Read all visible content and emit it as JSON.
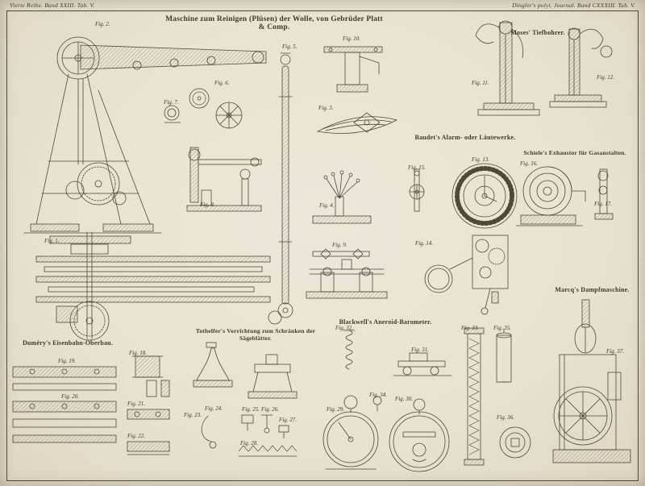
{
  "plate": {
    "header_left": "Vierte Reihe. Band XXIII. Tab. V.",
    "header_right": "Dingler's polyt. Journal. Band CXXXIII. Tab. V.",
    "title": "Maschine zum Reinigen (Plüsen) der Wolle, von Gebrüder Platt & Comp.",
    "paper_color": "#e7e2d1",
    "ink_color": "#4e4a3b"
  },
  "sections": {
    "moses": "Moses' Tiefbohrer.",
    "baudet": "Baudet's Alarm- oder Läutewerke.",
    "schiele": "Schiele's Exhaustor für Gasanstalten.",
    "marcq": "Marcq's Dampfmaschine.",
    "blackwell": "Blackwell's Aneroid-Barometer.",
    "tothelfer": "Tothelfer's Vorrichtung zum Schränken der Sägeblätter.",
    "dumery": "Duméry's Eisenbahn-Oberbau."
  },
  "figures": [
    "Fig. 1.",
    "Fig. 2.",
    "Fig. 3.",
    "Fig. 4.",
    "Fig. 5.",
    "Fig. 6.",
    "Fig. 7.",
    "Fig. 8.",
    "Fig. 9.",
    "Fig. 10.",
    "Fig. 11.",
    "Fig. 12.",
    "Fig. 13.",
    "Fig. 14.",
    "Fig. 15.",
    "Fig. 16.",
    "Fig. 17.",
    "Fig. 18.",
    "Fig. 19.",
    "Fig. 20.",
    "Fig. 21.",
    "Fig. 22.",
    "Fig. 23.",
    "Fig. 24.",
    "Fig. 25.",
    "Fig. 26.",
    "Fig. 27.",
    "Fig. 28.",
    "Fig. 29.",
    "Fig. 30.",
    "Fig. 31.",
    "Fig. 32.",
    "Fig. 33.",
    "Fig. 34.",
    "Fig. 35.",
    "Fig. 36.",
    "Fig. 37."
  ]
}
